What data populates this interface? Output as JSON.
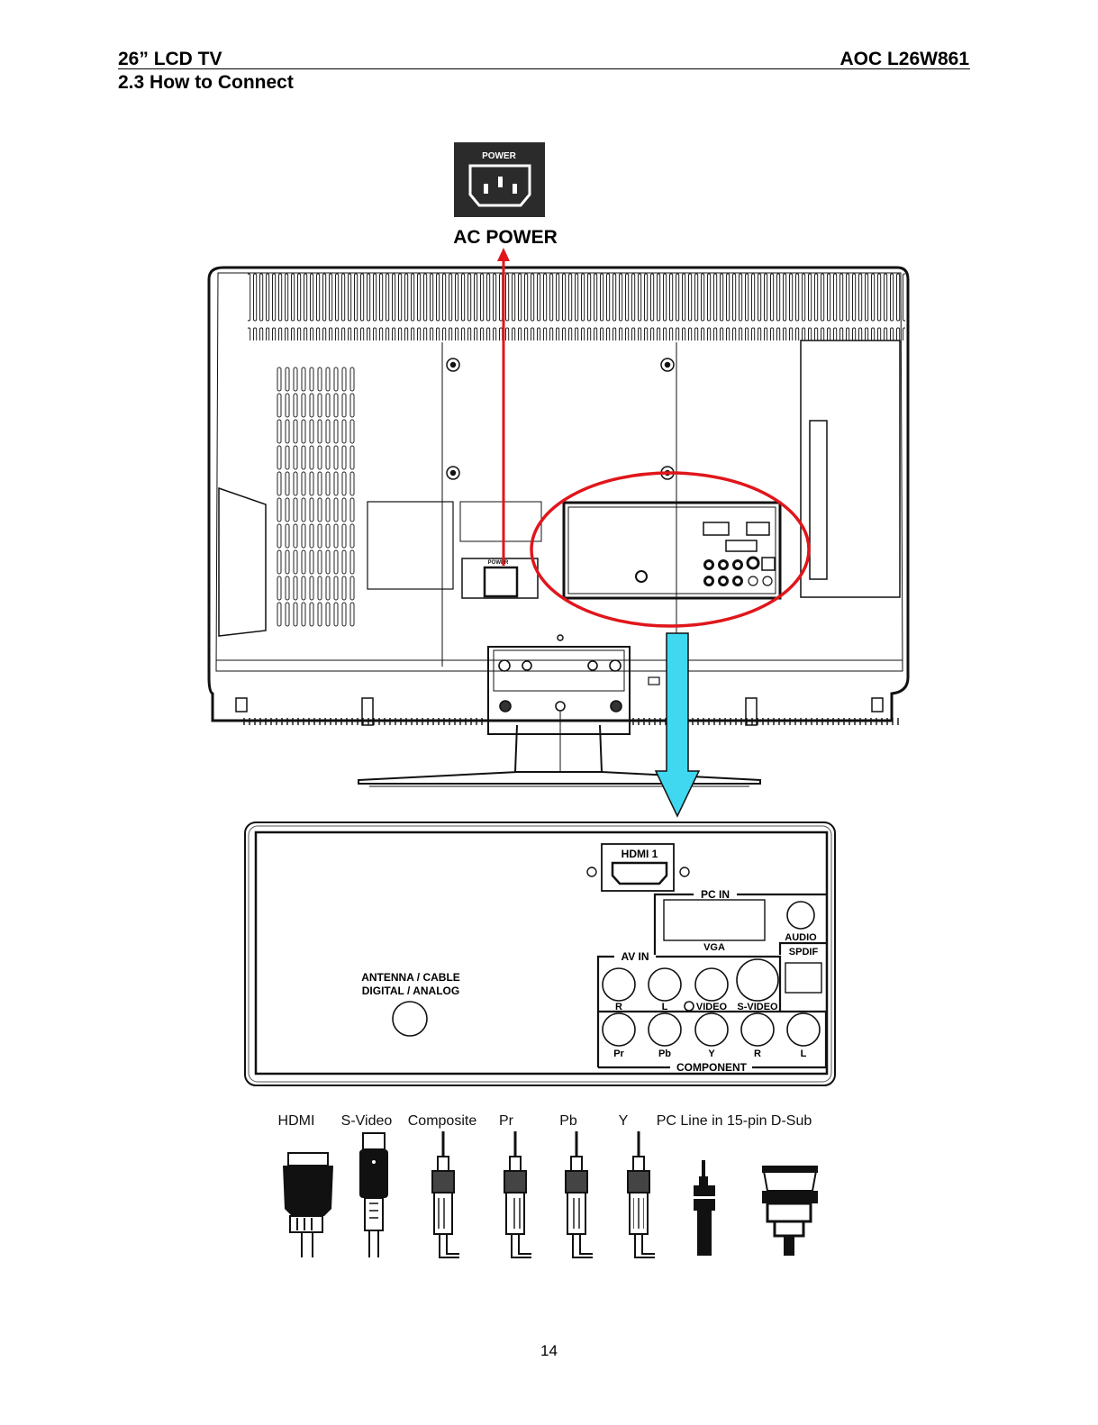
{
  "header": {
    "left": "26” LCD TV",
    "right": "AOC L26W861"
  },
  "section_title": "2.3 How to Connect",
  "power_inset": {
    "small_label": "POWER",
    "caption": "AC POWER"
  },
  "tv_back": {
    "power_socket_label": "POWER"
  },
  "panel": {
    "hdmi": "HDMI 1",
    "pc_in": "PC IN",
    "vga": "VGA",
    "audio": "AUDIO",
    "spdif": "SPDIF",
    "av_in": "AV IN",
    "antenna_line1": "ANTENNA / CABLE",
    "antenna_line2": "DIGITAL / ANALOG",
    "av_labels": [
      "R",
      "L",
      "VIDEO",
      "S-VIDEO"
    ],
    "component_labels": [
      "Pr",
      "Pb",
      "Y",
      "R",
      "L"
    ],
    "component": "COMPONENT"
  },
  "cables": [
    "HDMI",
    "S-Video",
    "Composite",
    "Pr",
    "Pb",
    "Y",
    "PC Line in 15-pin D-Sub"
  ],
  "colors": {
    "ac_arrow": "#e0161b",
    "highlight_ring": "#e0161b",
    "down_arrow": "#3fd8f0"
  },
  "page_number": "14"
}
